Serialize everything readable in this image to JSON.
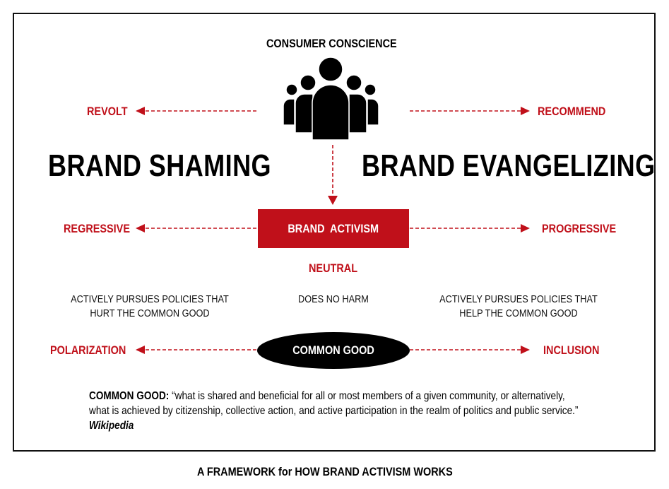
{
  "header": "CONSUMER CONSCIENCE",
  "icons": {
    "consumers": "group-of-people-icon"
  },
  "left_title": "BRAND SHAMING",
  "right_title": "BRAND EVANGELIZING",
  "revolt": "REVOLT",
  "recommend": "RECOMMEND",
  "regressive": "REGRESSIVE",
  "progressive": "PROGRESSIVE",
  "center_box": "BRAND  ACTIVISM",
  "neutral": "NEUTRAL",
  "desc_left": [
    "ACTIVELY PURSUES POLICIES THAT",
    "HURT THE COMMON GOOD"
  ],
  "desc_center": "DOES NO HARM",
  "desc_right": [
    "ACTIVELY PURSUES POLICIES THAT",
    "HELP THE COMMON GOOD"
  ],
  "polarization": "POLARIZATION",
  "inclusion": "INCLUSION",
  "common_good": "COMMON GOOD",
  "quote": {
    "label": "COMMON GOOD:",
    "text": " “what is shared and beneficial for all or most members of a given community, or alternatively, what is achieved by citizenship, collective action, and active participation in the realm of politics and public service.” ",
    "source": "Wikipedia"
  },
  "caption": "A FRAMEWORK for HOW BRAND ACTIVISM WORKS",
  "colors": {
    "accent": "#c0101a"
  }
}
